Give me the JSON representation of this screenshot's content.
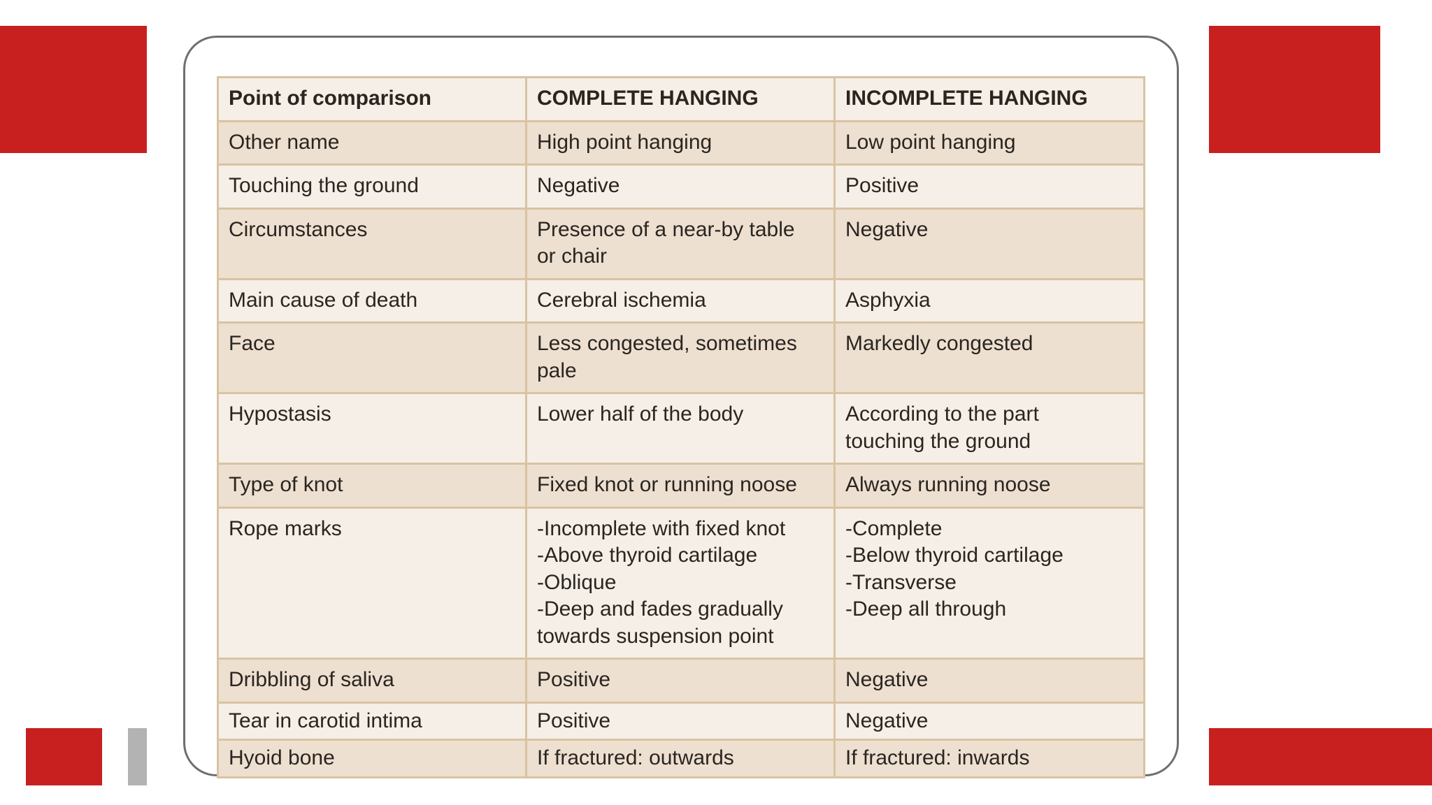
{
  "colors": {
    "accent_red": "#c8201f",
    "accent_gray": "#b3b3b3",
    "card_border": "#6e6e6e",
    "table_border": "#d9c3a2",
    "row_shaded": "#ede0d0",
    "row_light": "#f5efe7"
  },
  "table": {
    "headers": [
      "Point of comparison",
      "COMPLETE HANGING",
      "INCOMPLETE HANGING"
    ],
    "rows": [
      [
        "Other name",
        "High point hanging",
        "Low point hanging"
      ],
      [
        "Touching the ground",
        "Negative",
        "Positive"
      ],
      [
        "Circumstances",
        "Presence of a near-by table\nor chair",
        "Negative"
      ],
      [
        "Main cause of death",
        "Cerebral ischemia",
        "Asphyxia"
      ],
      [
        "Face",
        "Less congested, sometimes\npale",
        "Markedly congested"
      ],
      [
        "Hypostasis",
        "Lower half of the body",
        "According to the part\ntouching the ground"
      ],
      [
        "Type of knot",
        "Fixed knot or running noose",
        "Always running noose"
      ],
      [
        "Rope marks",
        "-Incomplete with fixed knot\n-Above thyroid cartilage\n-Oblique\n-Deep and fades gradually\ntowards suspension point",
        "-Complete\n-Below thyroid cartilage\n-Transverse\n-Deep all through"
      ],
      [
        "Dribbling of saliva",
        "Positive",
        "Negative"
      ],
      [
        "Tear in carotid intima",
        "Positive",
        "Negative"
      ],
      [
        "Hyoid bone",
        "If fractured: outwards",
        "If fractured: inwards"
      ]
    ]
  }
}
